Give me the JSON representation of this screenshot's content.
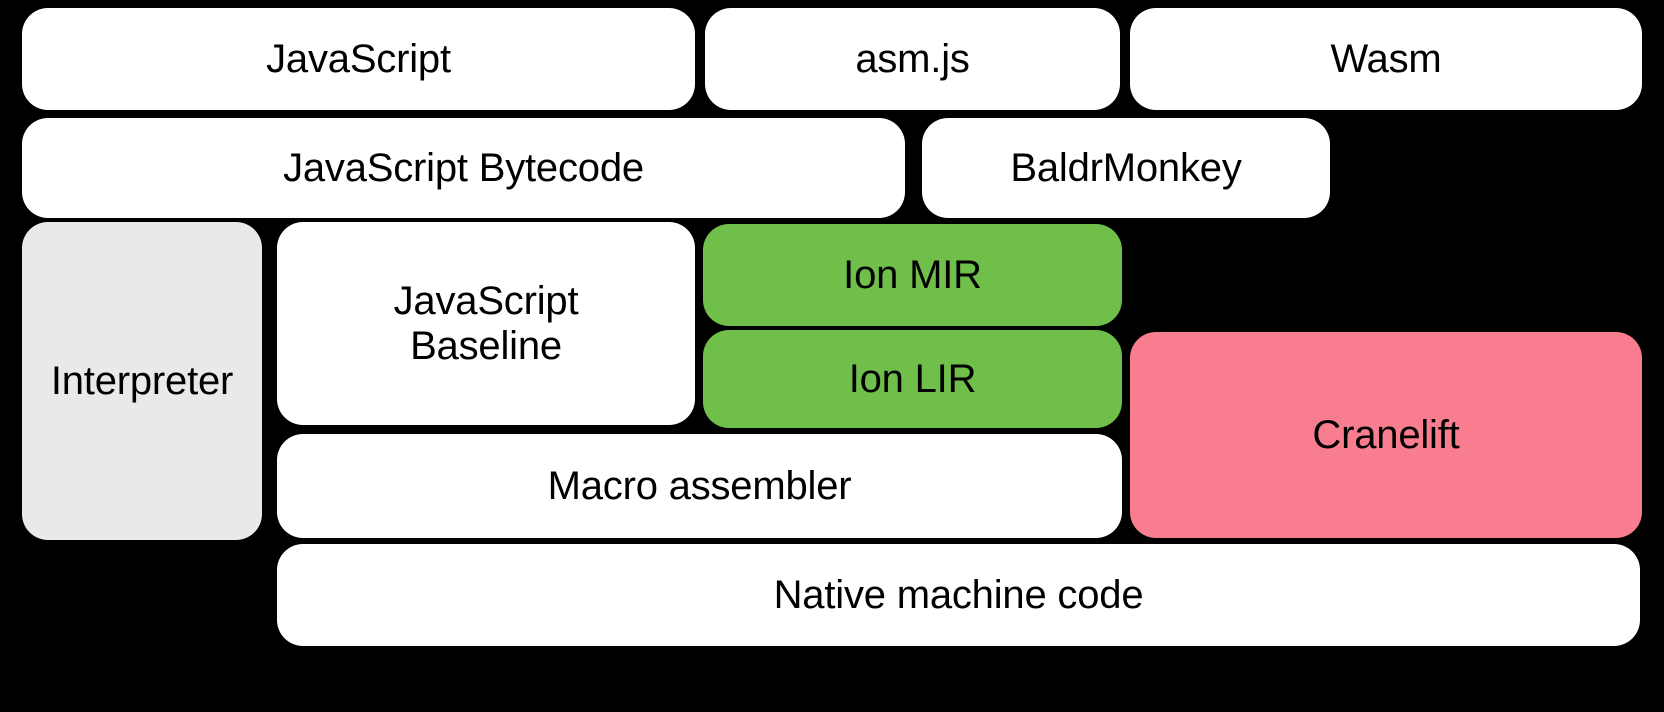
{
  "diagram": {
    "title": "SpiderMonkey JavaScript and WebAssembly compilation pipeline",
    "background_color": "#000000",
    "palette": {
      "white": "#ffffff",
      "gray": "#e9e9e9",
      "green": "#6fbf4a",
      "pink": "#f77d8f",
      "text": "#000000"
    },
    "rows": [
      {
        "name": "source-formats",
        "nodes": [
          {
            "id": "javascript",
            "label": "JavaScript",
            "color": "#ffffff"
          },
          {
            "id": "asmjs",
            "label": "asm.js",
            "color": "#ffffff"
          },
          {
            "id": "wasm",
            "label": "Wasm",
            "color": "#ffffff"
          }
        ]
      },
      {
        "name": "front-end-representations",
        "nodes": [
          {
            "id": "js-bytecode",
            "label": "JavaScript Bytecode",
            "color": "#ffffff"
          },
          {
            "id": "baldrmonkey",
            "label": "BaldrMonkey",
            "color": "#ffffff"
          }
        ]
      },
      {
        "name": "execution-tiers",
        "nodes": [
          {
            "id": "interpreter",
            "label": "Interpreter",
            "color": "#e9e9e9"
          },
          {
            "id": "js-baseline",
            "label": "JavaScript\nBaseline",
            "color": "#ffffff"
          },
          {
            "id": "ion-mir",
            "label": "Ion MIR",
            "color": "#6fbf4a"
          },
          {
            "id": "ion-lir",
            "label": "Ion LIR",
            "color": "#6fbf4a"
          },
          {
            "id": "cranelift",
            "label": "Cranelift",
            "color": "#f77d8f"
          },
          {
            "id": "macro-assembler",
            "label": "Macro assembler",
            "color": "#ffffff"
          }
        ]
      },
      {
        "name": "output",
        "nodes": [
          {
            "id": "native-machine-code",
            "label": "Native machine code",
            "color": "#ffffff"
          }
        ]
      }
    ]
  },
  "nodes": {
    "javascript": "JavaScript",
    "asmjs": "asm.js",
    "wasm": "Wasm",
    "js_bytecode": "JavaScript Bytecode",
    "baldrmonkey": "BaldrMonkey",
    "interpreter": "Interpreter",
    "js_baseline": "JavaScript\nBaseline",
    "ion_mir": "Ion MIR",
    "ion_lir": "Ion LIR",
    "cranelift": "Cranelift",
    "macro_assembler": "Macro assembler",
    "native_machine_code": "Native machine code"
  }
}
